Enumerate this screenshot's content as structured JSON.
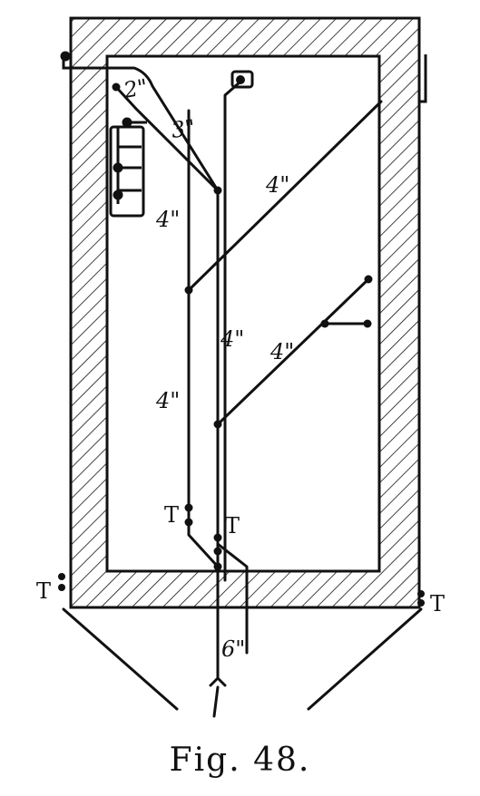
{
  "caption": "Fig. 48.",
  "labels": {
    "pipe_2in": "2\"",
    "pipe_3in": "3\"",
    "pipe_4in_upper_diag": "4\"",
    "pipe_4in_left_upper": "4\"",
    "pipe_4in_center": "4\"",
    "pipe_4in_lower_diag": "4\"",
    "pipe_4in_left_lower": "4\"",
    "pipe_6in": "6\"",
    "trap_left_stack": "T",
    "trap_center_stack": "T",
    "trap_left_corner": "T",
    "trap_right_corner": "T"
  },
  "colors": {
    "ink": "#111111",
    "paper": "#ffffff"
  }
}
